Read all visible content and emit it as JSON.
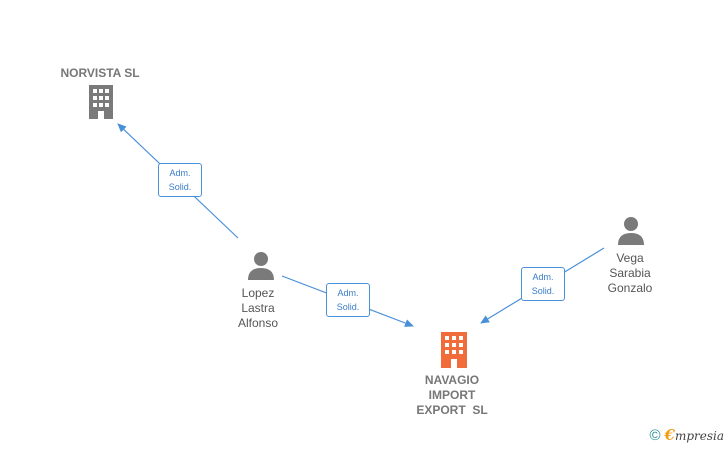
{
  "colors": {
    "edge": "#4a90d9",
    "company_icon": "#7a7a7a",
    "main_company_icon": "#f26b3a",
    "person_icon": "#7a7a7a"
  },
  "nodes": {
    "norvista": {
      "label": "NORVISTA SL"
    },
    "navagio": {
      "label_lines": [
        "NAVAGIO",
        "IMPORT",
        "EXPORT  SL"
      ]
    },
    "lopez": {
      "label_lines": [
        "Lopez",
        "Lastra",
        "Alfonso"
      ]
    },
    "vega": {
      "label_lines": [
        "Vega",
        "Sarabia",
        "Gonzalo"
      ]
    }
  },
  "edges": [
    {
      "label_lines": [
        "Adm.",
        "Solid."
      ]
    },
    {
      "label_lines": [
        "Adm.",
        "Solid."
      ]
    },
    {
      "label_lines": [
        "Adm.",
        "Solid."
      ]
    }
  ],
  "footer": {
    "copyright": "©",
    "brand_first": "€",
    "brand_rest": "mpresia"
  }
}
